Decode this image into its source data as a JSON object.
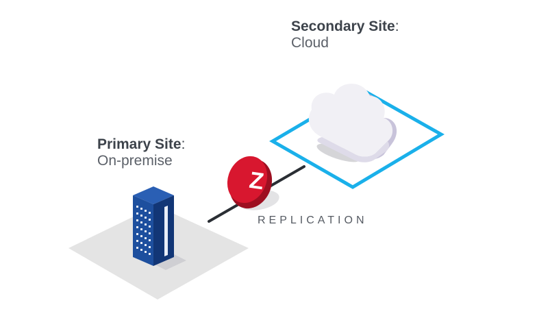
{
  "secondary_site": {
    "name": "Secondary Site",
    "colon": ":",
    "kind": "Cloud"
  },
  "primary_site": {
    "name": "Primary Site",
    "colon": ":",
    "kind": "On-premise"
  },
  "replication": {
    "label": "REPLICATION",
    "logo_letter": "Z"
  },
  "colors": {
    "platform_border": "#1ab0ea",
    "ground_gray": "#e4e4e4",
    "cloud_light": "#f1f0f5",
    "cloud_shade": "#c8c3da",
    "building_blue": "#1d4f9e",
    "building_dark": "#123676",
    "logo_red": "#d8172f",
    "logo_dark_red": "#9d0f21",
    "connector": "#2a2e34"
  }
}
